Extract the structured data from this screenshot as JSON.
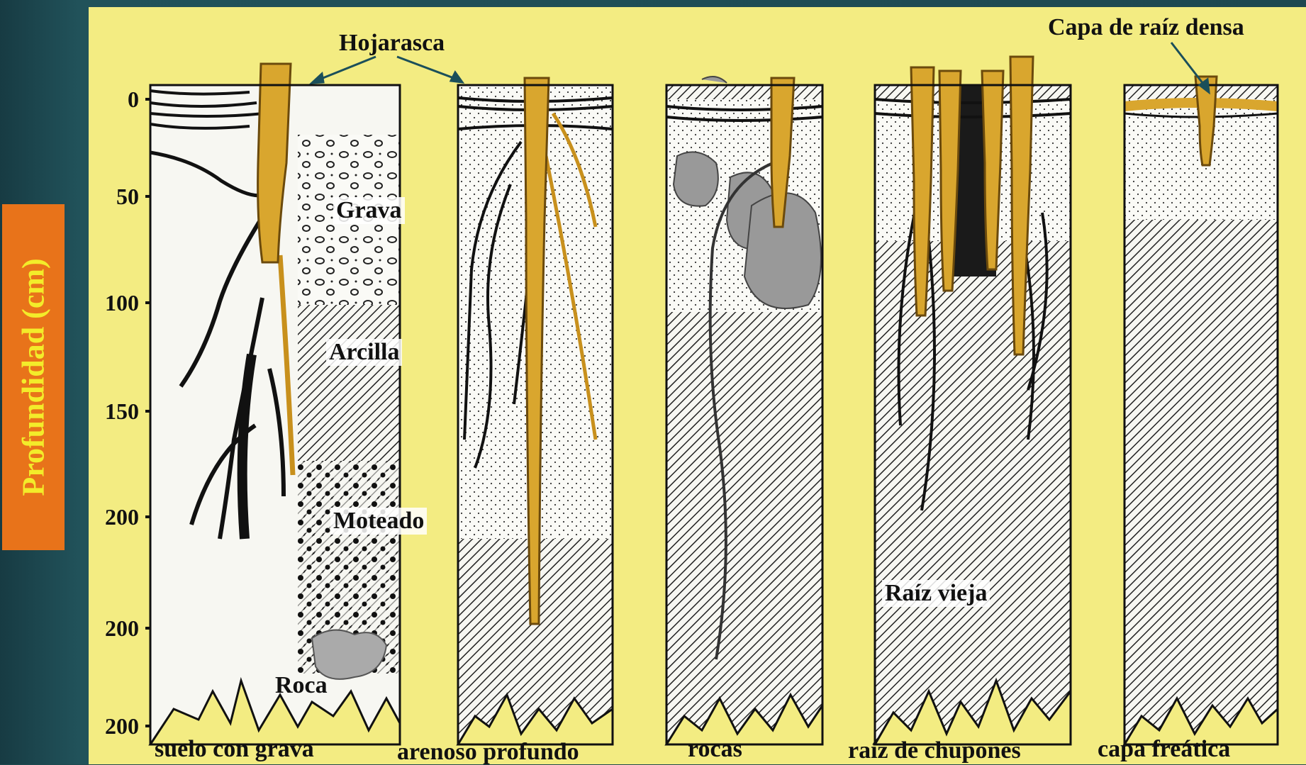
{
  "y_axis": {
    "label": "Profundidad (cm)",
    "ticks": [
      "0",
      "50",
      "100",
      "150",
      "200",
      "200",
      "200"
    ]
  },
  "annotations": {
    "hojarasca": "Hojarasca",
    "capa_raiz_densa": "Capa de raíz densa",
    "grava": "Grava",
    "arcilla": "Arcilla",
    "moteado": "Moteado",
    "roca": "Roca",
    "raiz_vieja": "Raíz vieja"
  },
  "columns": [
    {
      "label": "suelo con grava"
    },
    {
      "label": "arenoso profundo"
    },
    {
      "label": "rocas"
    },
    {
      "label": "raíz de chupones"
    },
    {
      "label": "capa freática"
    }
  ],
  "colors": {
    "background": "#1e4a50",
    "panel": "#f3ec82",
    "axis_label_box": "#e8731a",
    "axis_label_text": "#f3ec2a",
    "root_gold": "#d9a62e",
    "root_black": "#111111"
  }
}
